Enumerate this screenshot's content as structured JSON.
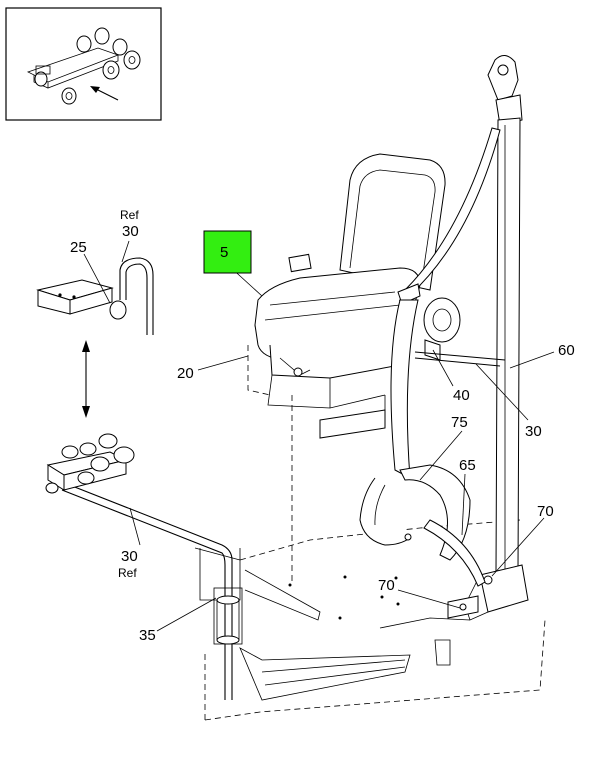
{
  "callouts": {
    "c5": "5",
    "c20": "20",
    "c25": "25",
    "c30_top": "30",
    "ref_top": "Ref",
    "c30_bottom": "30",
    "ref_bottom": "Ref",
    "c30_right": "30",
    "c35": "35",
    "c40": "40",
    "c60": "60",
    "c65": "65",
    "c70_right": "70",
    "c70_center": "70",
    "c75": "75"
  },
  "colors": {
    "highlight": "#33ee11",
    "line": "#000000"
  }
}
